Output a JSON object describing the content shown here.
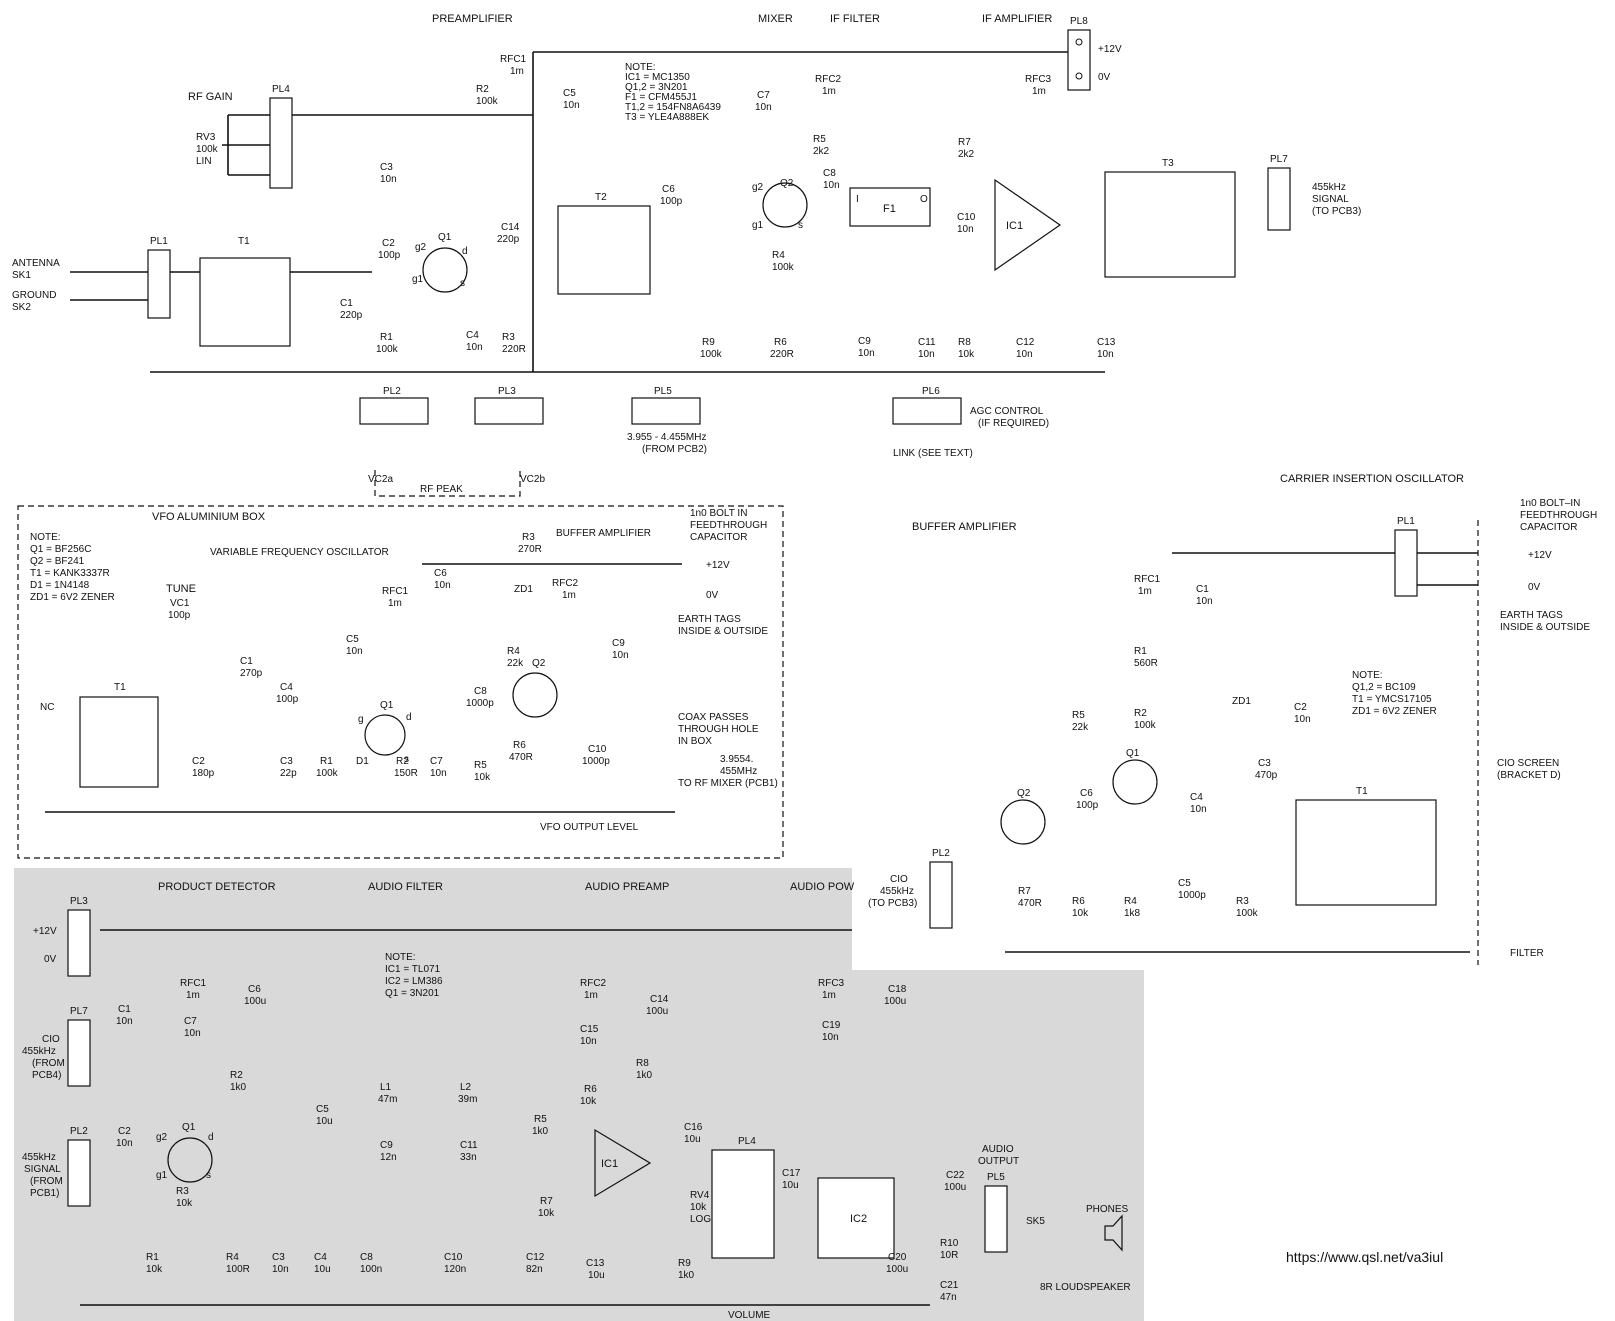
{
  "preamp": {
    "sections": {
      "preamplifier": "PREAMPLIFIER",
      "mixer": "MIXER",
      "if_filter": "IF FILTER",
      "if_amplifier": "IF AMPLIFIER"
    },
    "note": [
      "NOTE:",
      "IC1 = MC1350",
      "Q1,2 = 3N201",
      "F1 = CFM455J1",
      "T1,2 = 154FN8A6439",
      "T3 = YLE4A888EK"
    ],
    "labels": {
      "rf_gain": "RF GAIN",
      "rv3": "RV3",
      "rv3_val": "100k",
      "rv3_lin": "LIN",
      "pl4": "PL4",
      "pl1": "PL1",
      "pl2": "PL2",
      "pl3": "PL3",
      "pl5": "PL5",
      "pl6": "PL6",
      "pl7": "PL7",
      "pl8": "PL8",
      "antenna": "ANTENNA",
      "sk1": "SK1",
      "ground": "GROUND",
      "sk2": "SK2",
      "t1": "T1",
      "t2": "T2",
      "t3": "T3",
      "q1": "Q1",
      "q2": "Q2",
      "f1": "F1",
      "ic1": "IC1",
      "rfc1": "RFC1",
      "rfc1_val": "1m",
      "rfc2": "RFC2",
      "rfc2_val": "1m",
      "rfc3": "RFC3",
      "rfc3_val": "1m",
      "r2": "R2",
      "r2_val": "100k",
      "c5": "C5",
      "c5_val": "10n",
      "c3": "C3",
      "c3_val": "10n",
      "c2": "C2",
      "c2_val": "100p",
      "c1": "C1",
      "c1_val": "220p",
      "c14": "C14",
      "c14_val": "220p",
      "r1": "R1",
      "r1_val": "100k",
      "c4": "C4",
      "c4_val": "10n",
      "r3": "R3",
      "r3_val": "220R",
      "c6": "C6",
      "c6_val": "100p",
      "c7": "C7",
      "c7_val": "10n",
      "r5": "R5",
      "r5_val": "2k2",
      "c8": "C8",
      "c8_val": "10n",
      "r4": "R4",
      "r4_val": "100k",
      "r9": "R9",
      "r9_val": "100k",
      "r6": "R6",
      "r6_val": "220R",
      "c9": "C9",
      "c9_val": "10n",
      "r7": "R7",
      "r7_val": "2k2",
      "c10": "C10",
      "c10_val": "10n",
      "c11": "C11",
      "c11_val": "10n",
      "r8": "R8",
      "r8_val": "10k",
      "c12": "C12",
      "c12_val": "10n",
      "c13": "C13",
      "c13_val": "10n",
      "vc2a": "VC2a",
      "vc2b": "VC2b",
      "rf_peak": "RF PEAK",
      "from_pcb2": "3.955 - 4.455MHz",
      "from_pcb2_b": "(FROM PCB2)",
      "agc": "AGC CONTROL",
      "agc_b": "(IF REQUIRED)",
      "link": "LINK (SEE TEXT)",
      "plus12": "+12V",
      "zero": "0V",
      "sig455": "455kHz",
      "sig455_b": "SIGNAL",
      "sig455_c": "(TO PCB3)",
      "in_i": "I",
      "out_o": "O",
      "g1": "g1",
      "g2": "g2",
      "d": "d",
      "s": "s"
    }
  },
  "vfo": {
    "box_title": "VFO ALUMINIUM BOX",
    "section_vfo": "VARIABLE FREQUENCY OSCILLATOR",
    "section_buffer": "BUFFER AMPLIFIER",
    "note": [
      "NOTE:",
      "Q1 = BF256C",
      "Q2 = BF241",
      "T1 = KANK3337R",
      "D1 = 1N4148",
      "ZD1 = 6V2 ZENER"
    ],
    "labels": {
      "tune": "TUNE",
      "vc1": "VC1",
      "vc1_val": "100p",
      "c1": "C1",
      "c1_val": "270p",
      "t1": "T1",
      "nc": "NC",
      "c4": "C4",
      "c4_val": "100p",
      "q1": "Q1",
      "q2": "Q2",
      "c2": "C2",
      "c2_val": "180p",
      "c3": "C3",
      "c3_val": "22p",
      "r1": "R1",
      "r1_val": "100k",
      "d1": "D1",
      "r2": "R2",
      "r2_val": "150R",
      "c7": "C7",
      "c7_val": "10n",
      "c8": "C8",
      "c8_val": "1000p",
      "r5": "R5",
      "r5_val": "10k",
      "r6": "R6",
      "r6_val": "470R",
      "r4": "R4",
      "r4_val": "22k",
      "c9": "C9",
      "c9_val": "10n",
      "rfc1": "RFC1",
      "rfc1_val": "1m",
      "rfc2": "RFC2",
      "rfc2_val": "1m",
      "c5": "C5",
      "c5_val": "10n",
      "c6": "C6",
      "c6_val": "10n",
      "zd1": "ZD1",
      "r3": "R3",
      "r3_val": "270R",
      "c10": "C10",
      "c10_val": "1000p",
      "bolt": "1n0 BOLT  IN",
      "bolt_b": "FEEDTHROUGH",
      "bolt_c": "CAPACITOR",
      "plus12": "+12V",
      "zero": "0V",
      "earth": "EARTH TAGS",
      "earth_b": "INSIDE & OUTSIDE",
      "coax": "COAX PASSES",
      "coax_b": "THROUGH HOLE",
      "coax_c": "IN BOX",
      "freq": "3.9554.",
      "freq_b": "455MHz",
      "freq_c": "TO RF MIXER (PCB1)",
      "vfo_level": "VFO OUTPUT LEVEL",
      "g": "g",
      "d": "d",
      "s": "s"
    }
  },
  "cio": {
    "title": "CARRIER INSERTION OSCILLATOR",
    "section_buffer": "BUFFER AMPLIFIER",
    "note": [
      "NOTE:",
      "Q1,2 = BC109",
      "T1 = YMCS17105",
      "ZD1 = 6V2 ZENER"
    ],
    "labels": {
      "pl1": "PL1",
      "pl2": "PL2",
      "rfc1": "RFC1",
      "rfc1_val": "1m",
      "c1": "C1",
      "c1_val": "10n",
      "r1": "R1",
      "r1_val": "560R",
      "zd1": "ZD1",
      "c2": "C2",
      "c2_val": "10n",
      "r2": "R2",
      "r2_val": "100k",
      "r5": "R5",
      "r5_val": "22k",
      "q1": "Q1",
      "q2": "Q2",
      "c3": "C3",
      "c3_val": "470p",
      "c6": "C6",
      "c6_val": "100p",
      "c4": "C4",
      "c4_val": "10n",
      "c5": "C5",
      "c5_val": "1000p",
      "r7": "R7",
      "r7_val": "470R",
      "r6": "R6",
      "r6_val": "10k",
      "r4": "R4",
      "r4_val": "1k8",
      "r3": "R3",
      "r3_val": "100k",
      "t1": "T1",
      "cio": "CIO",
      "cio_b": "455kHz",
      "cio_c": "(TO PCB3)",
      "bolt": "1n0 BOLT–IN",
      "bolt_b": "FEEDTHROUGH",
      "bolt_c": "CAPACITOR",
      "plus12": "+12V",
      "zero": "0V",
      "earth": "EARTH TAGS",
      "earth_b": "INSIDE & OUTSIDE",
      "screen": "CIO SCREEN",
      "screen_b": "(BRACKET D)",
      "filter": "FILTER"
    }
  },
  "audio": {
    "sections": {
      "product_detector": "PRODUCT DETECTOR",
      "audio_filter": "AUDIO FILTER",
      "audio_preamp": "AUDIO PREAMP",
      "audio_pow": "AUDIO POW"
    },
    "note": [
      "NOTE:",
      "IC1 = TL071",
      "IC2 = LM386",
      "Q1 = 3N201"
    ],
    "labels": {
      "pl3": "PL3",
      "pl7": "PL7",
      "pl2": "PL2",
      "pl4": "PL4",
      "pl5": "PL5",
      "plus12": "+12V",
      "zero": "0V",
      "cio": "CIO",
      "cio_b": "455kHz",
      "cio_c": "(FROM",
      "cio_d": "PCB4)",
      "sig": "455kHz",
      "sig_b": "SIGNAL",
      "sig_c": "(FROM",
      "sig_d": "PCB1)",
      "c1": "C1",
      "c1_val": "10n",
      "c2": "C2",
      "c2_val": "10n",
      "q1": "Q1",
      "rfc1": "RFC1",
      "rfc1_val": "1m",
      "c6": "C6",
      "c6_val": "100u",
      "c7": "C7",
      "c7_val": "10n",
      "r2": "R2",
      "r2_val": "1k0",
      "r3": "R3",
      "r3_val": "10k",
      "r1": "R1",
      "r1_val": "10k",
      "r4": "R4",
      "r4_val": "100R",
      "c3": "C3",
      "c3_val": "10n",
      "c4": "C4",
      "c4_val": "10u",
      "c5": "C5",
      "c5_val": "10u",
      "c8": "C8",
      "c8_val": "100n",
      "l1": "L1",
      "l1_val": "47m",
      "c9": "C9",
      "c9_val": "12n",
      "l2": "L2",
      "l2_val": "39m",
      "c11": "C11",
      "c11_val": "33n",
      "c10": "C10",
      "c10_val": "120n",
      "c12": "C12",
      "c12_val": "82n",
      "r5": "R5",
      "r5_val": "1k0",
      "rfc2": "RFC2",
      "rfc2_val": "1m",
      "c14": "C14",
      "c14_val": "100u",
      "c15": "C15",
      "c15_val": "10n",
      "r8": "R8",
      "r8_val": "1k0",
      "r6": "R6",
      "r6_val": "10k",
      "ic1": "IC1",
      "r7": "R7",
      "r7_val": "10k",
      "c13": "C13",
      "c13_val": "10u",
      "r9": "R9",
      "r9_val": "1k0",
      "c16": "C16",
      "c16_val": "10u",
      "rv4": "RV4",
      "rv4_val": "10k",
      "rv4_log": "LOG",
      "c17": "C17",
      "c17_val": "10u",
      "volume": "VOLUME",
      "rfc3": "RFC3",
      "rfc3_val": "1m",
      "c18": "C18",
      "c18_val": "100u",
      "c19": "C19",
      "c19_val": "10n",
      "ic2": "IC2",
      "c20": "C20",
      "c20_val": "100u",
      "c22": "C22",
      "c22_val": "100u",
      "r10": "R10",
      "r10_val": "10R",
      "c21": "C21",
      "c21_val": "47n",
      "audio_out": "AUDIO",
      "audio_out_b": "OUTPUT",
      "sk5": "SK5",
      "phones": "PHONES",
      "speaker": "8R LOUDSPEAKER",
      "g1": "g1",
      "g2": "g2",
      "d": "d",
      "s": "s"
    }
  },
  "footer": {
    "url": "https://www.qsl.net/va3iul"
  }
}
